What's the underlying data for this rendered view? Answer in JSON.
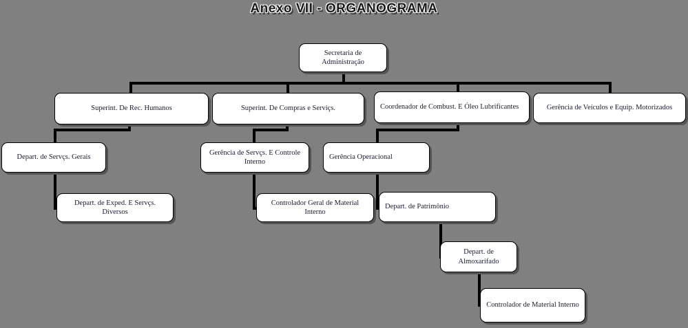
{
  "title": "Anexo VII - ORGANOGRAMA",
  "colors": {
    "background": "#808080",
    "box_fill": "#ffffff",
    "box_border": "#000000",
    "box_shadow": "#545454",
    "connector": "#000000",
    "text": "#1a1a33",
    "title_text": "#1a1a1a",
    "title_outline": "#ffffff"
  },
  "chart_data": {
    "type": "diagram",
    "diagram_type": "organization-chart",
    "title": "Anexo VII - ORGANOGRAMA",
    "nodes": [
      {
        "id": "n1",
        "label": "Secretaria de Administração",
        "level": 0,
        "align": "center"
      },
      {
        "id": "n2",
        "label": "Superint. De Rec. Humanos",
        "level": 1,
        "align": "center"
      },
      {
        "id": "n3",
        "label": "Superint. De Compras e Serviçs.",
        "level": 1,
        "align": "center"
      },
      {
        "id": "n4",
        "label": "Coordenador de Combust. E Óleo Lubrificantes",
        "level": 1,
        "align": "left"
      },
      {
        "id": "n5",
        "label": "Gerência de Veículos e Equip. Motorizados",
        "level": 1,
        "align": "center"
      },
      {
        "id": "n6",
        "label": "Depart. de Servçs. Gerais",
        "level": 2,
        "align": "center"
      },
      {
        "id": "n7",
        "label": "Gerência de Servçs. E Controle Interno",
        "level": 2,
        "align": "center"
      },
      {
        "id": "n8",
        "label": "Gerência Operacional",
        "level": 2,
        "align": "left"
      },
      {
        "id": "n9",
        "label": "Depart. de Exped. E Servçs. Diversos",
        "level": 3,
        "align": "center"
      },
      {
        "id": "n10",
        "label": "Controlador Geral de Material Interno",
        "level": 3,
        "align": "center"
      },
      {
        "id": "n11",
        "label": "Depart. de Patrimônio",
        "level": 3,
        "align": "left"
      },
      {
        "id": "n12",
        "label": "Depart. de Almoxarifado",
        "level": 4,
        "align": "center"
      },
      {
        "id": "n13",
        "label": "Controlador de Material Interno",
        "level": 5,
        "align": "center"
      }
    ],
    "edges": [
      {
        "from": "n1",
        "to": "n2"
      },
      {
        "from": "n1",
        "to": "n3"
      },
      {
        "from": "n1",
        "to": "n4"
      },
      {
        "from": "n1",
        "to": "n5"
      },
      {
        "from": "n2",
        "to": "n6"
      },
      {
        "from": "n2",
        "to": "n9"
      },
      {
        "from": "n3",
        "to": "n7"
      },
      {
        "from": "n3",
        "to": "n10"
      },
      {
        "from": "n4",
        "to": "n8"
      },
      {
        "from": "n4",
        "to": "n11"
      },
      {
        "from": "n11",
        "to": "n12"
      },
      {
        "from": "n12",
        "to": "n13"
      }
    ]
  }
}
